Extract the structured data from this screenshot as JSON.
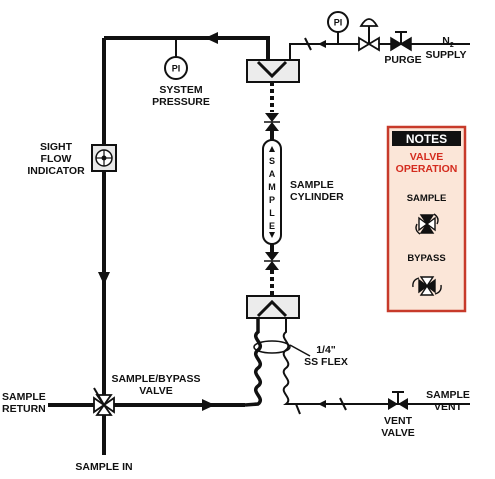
{
  "labels": {
    "system_pressure": [
      "SYSTEM",
      "PRESSURE"
    ],
    "pi": "PI",
    "sight_flow_indicator": [
      "SIGHT",
      "FLOW",
      "INDICATOR"
    ],
    "sample_cylinder": [
      "SAMPLE",
      "CYLINDER"
    ],
    "cylinder_text": [
      "S",
      "A",
      "M",
      "P",
      "L",
      "E"
    ],
    "purge": "PURGE",
    "n2": "N",
    "n2_sub": "2",
    "supply": "SUPPLY",
    "flex": [
      "1/4\"",
      "SS FLEX"
    ],
    "sample_return": [
      "SAMPLE",
      "RETURN"
    ],
    "sample_bypass_valve": [
      "SAMPLE/BYPASS",
      "VALVE"
    ],
    "sample_in": "SAMPLE IN",
    "sample_vent": [
      "SAMPLE",
      "VENT"
    ],
    "vent_valve": [
      "VENT",
      "VALVE"
    ]
  },
  "notes": {
    "title": "NOTES",
    "valve_operation": [
      "VALVE",
      "OPERATION"
    ],
    "sample": "SAMPLE",
    "bypass": "BYPASS"
  },
  "colors": {
    "line": "#111111",
    "notes_bg": "#fbe6d8",
    "notes_border": "#c73a2a",
    "notes_title_bg": "#111111",
    "notes_accent": "#d42b1e",
    "cylinder_fill": "#ffffff",
    "housing_fill": "#ececec"
  }
}
